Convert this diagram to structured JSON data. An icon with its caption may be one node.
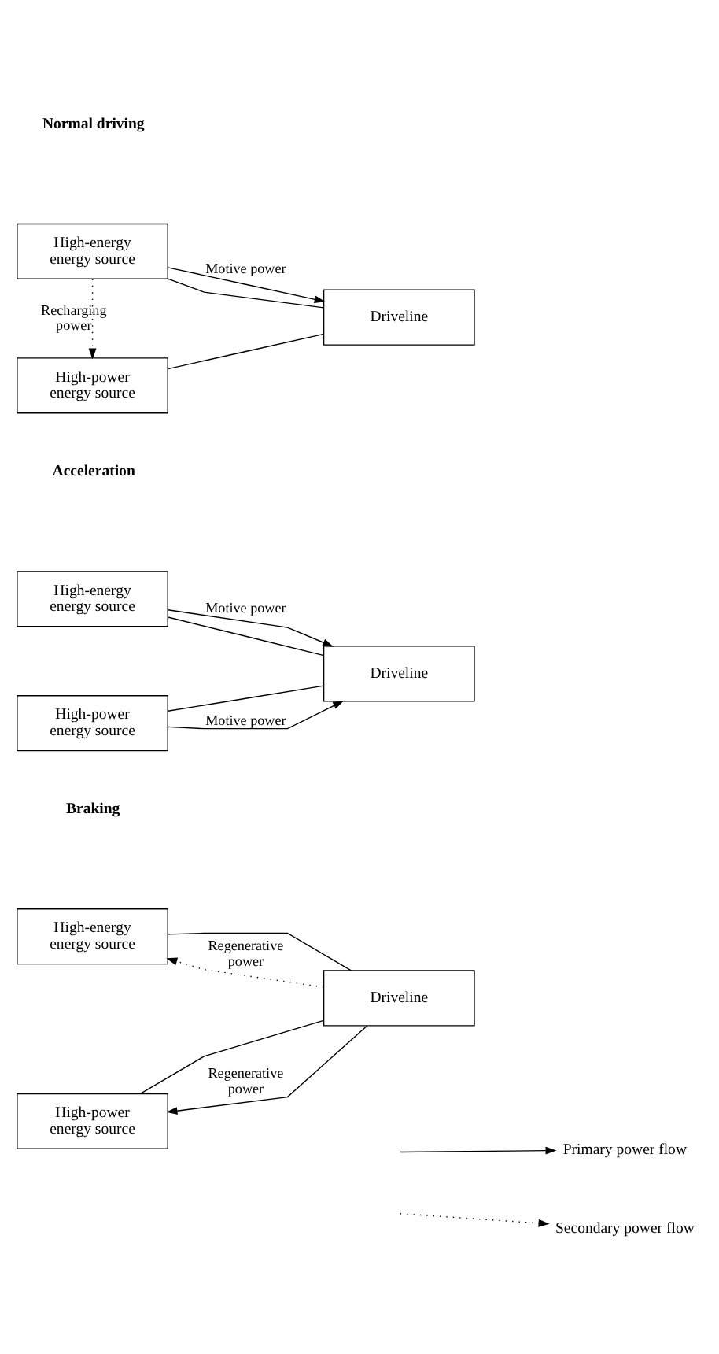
{
  "diagram": {
    "nodes": [
      {
        "text": [
          "High-energy energy source"
        ]
      },
      {
        "text": [
          "Driveline"
        ]
      },
      {
        "text": [
          "High-power energy source"
        ]
      },
      {
        "text": [
          "High-energy energy source"
        ]
      },
      {
        "text": [
          "Driveline"
        ]
      },
      {
        "text": [
          "High-power energy source"
        ]
      },
      {
        "text": [
          "High-energy energy source"
        ]
      },
      {
        "text": [
          "Driveline"
        ]
      },
      {
        "text": [
          "High-power energy source"
        ]
      }
    ],
    "edges": [
      {
        "from": 0,
        "to": 1,
        "arrow": "to",
        "label": "Motive power"
      },
      {
        "from": 0,
        "to": 1,
        "arrow": "none"
      },
      {
        "from": 2,
        "to": 1,
        "arrow": "none"
      },
      {
        "from": 0,
        "to": 2,
        "arrow": "to",
        "label": "Recharging power",
        "style": "dashed"
      },
      {
        "from": 3,
        "to": 4,
        "arrow": "to",
        "label": "Motive power"
      },
      {
        "from": 3,
        "to": 4,
        "arrow": "none"
      },
      {
        "from": 5,
        "to": 4,
        "arrow": "none"
      },
      {
        "from": 5,
        "to": 4,
        "arrow": "to",
        "label": "Motive power"
      },
      {
        "from": 7,
        "to": 6,
        "arrow": "to",
        "label": "Regenerative power",
        "style": "dashed"
      },
      {
        "from": 6,
        "to": 7,
        "arrow": "none"
      },
      {
        "from": 8,
        "to": 7,
        "arrow": "none"
      },
      {
        "from": 7,
        "to": 8,
        "arrow": "to",
        "label": "Regenerative power"
      }
    ],
    "labels": [
      "Normal driving",
      "Acceleration",
      "Braking"
    ],
    "legend": [
      {
        "text": "Primary power flow"
      },
      {
        "text": "Secondary power flow"
      }
    ]
  }
}
